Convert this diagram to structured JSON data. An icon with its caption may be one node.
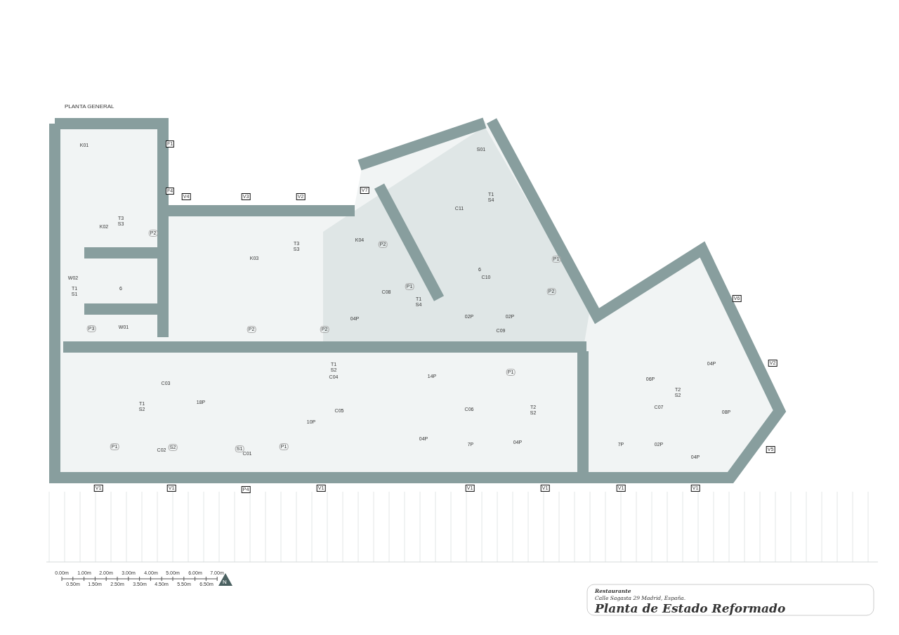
{
  "diagram": {
    "title": "Planta de Estado Reformado",
    "labels": [
      "PLANTA GENERAL",
      "F1",
      "K01",
      "F4",
      "V4",
      "V3",
      "V2",
      "V7",
      "T3",
      "S3",
      "K02",
      "P2",
      "T3",
      "S3",
      "K03",
      "K04",
      "P2",
      "W02",
      "T1",
      "S1",
      "6",
      "P3",
      "W01",
      "P2",
      "P2",
      "S01",
      "C11",
      "T1",
      "S4",
      "6",
      "C10",
      "C08",
      "T1",
      "S4",
      "P1",
      "04P",
      "02P",
      "02P",
      "C09",
      "P1",
      "P2",
      "C03",
      "T1",
      "S2",
      "18P",
      "C04",
      "T1",
      "S2",
      "C05",
      "10P",
      "14P",
      "P1",
      "C06",
      "T2",
      "S2",
      "04P",
      "7P",
      "04P",
      "7P",
      "02P",
      "04P",
      "06P",
      "04P",
      "08P",
      "C07",
      "T2",
      "S2",
      "V6",
      "V2",
      "V5",
      "P1",
      "C02",
      "S2",
      "S1",
      "C01",
      "P1",
      "V1",
      "V1",
      "P4",
      "V1",
      "V1",
      "V1",
      "V1",
      "V1",
      "0.00m",
      "1.00m",
      "2.00m",
      "3.00m",
      "4.00m",
      "5.00m",
      "6.00m",
      "7.00m",
      "0.50m",
      "1.50m",
      "2.50m",
      "3.50m",
      "4.50m",
      "5.50m",
      "6.50m",
      "N",
      "Restaurante",
      "Calle Sagasta 29  Madrid, España."
    ]
  }
}
